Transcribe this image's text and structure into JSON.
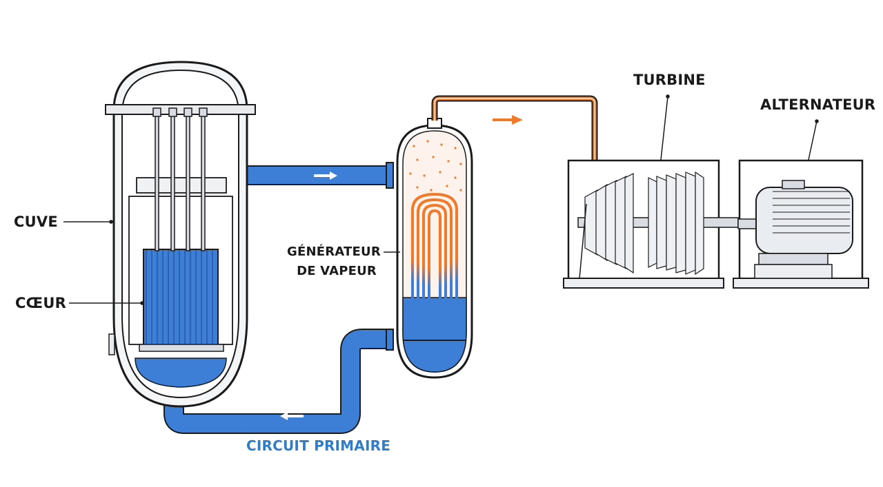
{
  "labels": {
    "cuve": "CUVE",
    "coeur": "CŒUR",
    "generateur_line1": "GÉNÉRATEUR",
    "generateur_line2": "DE VAPEUR",
    "turbine": "TURBINE",
    "alternateur": "ALTERNATEUR",
    "circuit_primaire": "CIRCUIT PRIMAIRE"
  },
  "colors": {
    "primary_water": "#3d7fd6",
    "steam": "#f07a2a",
    "outline": "#1a1a1a",
    "light_fill": "#f4f5f7",
    "label_blue": "#2f7cc9"
  }
}
